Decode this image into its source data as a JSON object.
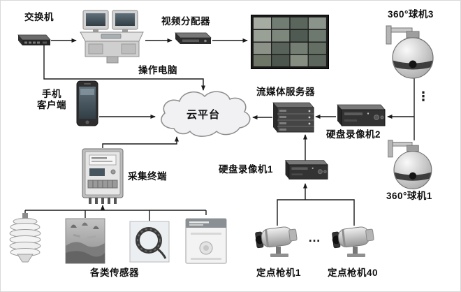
{
  "figure": {
    "background": "#ffffff",
    "line_color": "#1a1a1a"
  },
  "nodes": {
    "switch": {
      "label": "交换机"
    },
    "operator_pc": {
      "label": "操作电脑"
    },
    "video_splitter": {
      "label": "视频分配器"
    },
    "mobile_client": {
      "label_line1": "手机",
      "label_line2": "客户端"
    },
    "cloud_platform": {
      "label": "云平台"
    },
    "media_server": {
      "label": "流媒体服务器"
    },
    "dvr2": {
      "label": "硬盘录像机2"
    },
    "dvr1": {
      "label": "硬盘录像机1"
    },
    "dome_camera_3": {
      "label": "360°球机3"
    },
    "dome_camera_1": {
      "label": "360°球机1"
    },
    "collection_terminal": {
      "label": "采集终端"
    },
    "sensor_group": {
      "label": "各类传感器"
    },
    "bullet_camera_1": {
      "label": "定点枪机1"
    },
    "bullet_camera_40": {
      "label": "定点枪机40"
    }
  },
  "ellipsis": {
    "vertical": "⋮",
    "horizontal": "…"
  }
}
